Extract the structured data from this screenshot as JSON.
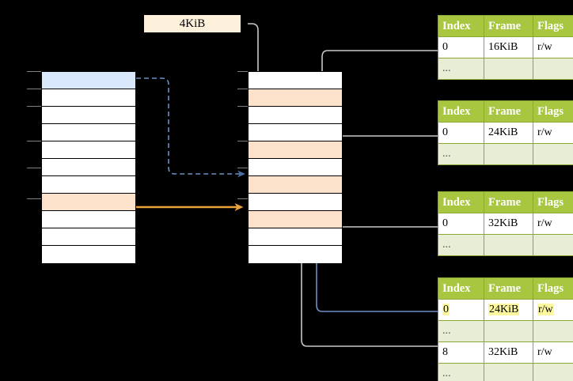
{
  "diagram": {
    "title_label": "4KiB",
    "left_column": {
      "name": "virtual-address-space",
      "row_count": 11,
      "highlights": {
        "blue_row_index": 0,
        "peach_row_index": 7
      }
    },
    "middle_column": {
      "name": "physical-memory",
      "row_count": 11,
      "peach_row_indices": [
        1,
        4,
        6,
        8
      ]
    },
    "tables": [
      {
        "id": "page-table-1",
        "headers": [
          "Index",
          "Frame",
          "Flags"
        ],
        "rows": [
          {
            "cells": [
              "0",
              "16KiB",
              "r/w"
            ],
            "alt": false,
            "highlight": []
          },
          {
            "cells": [
              "...",
              "",
              ""
            ],
            "alt": true,
            "highlight": []
          }
        ]
      },
      {
        "id": "page-table-2",
        "headers": [
          "Index",
          "Frame",
          "Flags"
        ],
        "rows": [
          {
            "cells": [
              "0",
              "24KiB",
              "r/w"
            ],
            "alt": false,
            "highlight": []
          },
          {
            "cells": [
              "...",
              "",
              ""
            ],
            "alt": true,
            "highlight": []
          }
        ]
      },
      {
        "id": "page-table-3",
        "headers": [
          "Index",
          "Frame",
          "Flags"
        ],
        "rows": [
          {
            "cells": [
              "0",
              "32KiB",
              "r/w"
            ],
            "alt": false,
            "highlight": []
          },
          {
            "cells": [
              "...",
              "",
              ""
            ],
            "alt": true,
            "highlight": []
          }
        ]
      },
      {
        "id": "page-table-4",
        "headers": [
          "Index",
          "Frame",
          "Flags"
        ],
        "rows": [
          {
            "cells": [
              "0",
              "24KiB",
              "r/w"
            ],
            "alt": false,
            "highlight": [
              0,
              1,
              2
            ]
          },
          {
            "cells": [
              "...",
              "",
              ""
            ],
            "alt": true,
            "highlight": []
          },
          {
            "cells": [
              "8",
              "32KiB",
              "r/w"
            ],
            "alt": false,
            "highlight": []
          },
          {
            "cells": [
              "...",
              "",
              ""
            ],
            "alt": true,
            "highlight": []
          }
        ]
      }
    ],
    "colors": {
      "background": "#000000",
      "table_header_green": "#a8c63f",
      "table_alt_row": "#e8eed5",
      "label_bg": "#fdf1dc",
      "row_peach": "#fde2cb",
      "row_blue": "#dae8fb",
      "arrow_orange": "#e8a33d",
      "arrow_blue": "#6b8fc4",
      "connector_gray": "#b3b3b3",
      "highlight_yellow": "#fdf8a0"
    }
  }
}
